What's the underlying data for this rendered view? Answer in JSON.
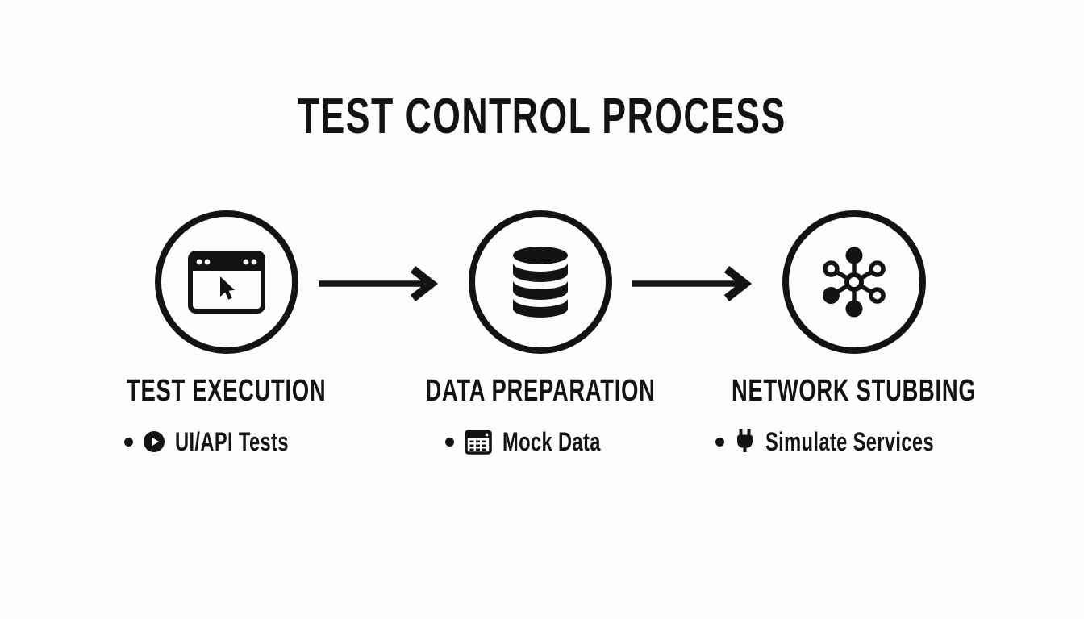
{
  "title": "TEST CONTROL PROCESS",
  "colors": {
    "ink": "#131313",
    "background": "#fdfdfd"
  },
  "stages": [
    {
      "label": "TEST EXECUTION",
      "icon": "browser-window-cursor-icon",
      "bullet": {
        "icon": "play-icon",
        "text": "UI/API Tests"
      }
    },
    {
      "label": "DATA PREPARATION",
      "icon": "database-icon",
      "bullet": {
        "icon": "table-icon",
        "text": "Mock Data"
      }
    },
    {
      "label": "NETWORK STUBBING",
      "icon": "network-hub-icon",
      "bullet": {
        "icon": "plug-icon",
        "text": "Simulate Services"
      }
    }
  ],
  "connectors": [
    {
      "type": "arrow-right"
    },
    {
      "type": "arrow-right"
    }
  ]
}
